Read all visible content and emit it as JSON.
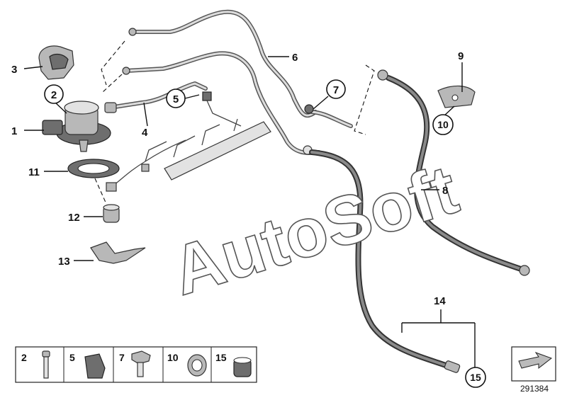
{
  "diagram": {
    "callouts": [
      "1",
      "2",
      "3",
      "4",
      "5",
      "6",
      "7",
      "8",
      "9",
      "10",
      "11",
      "12",
      "13",
      "14",
      "15"
    ],
    "watermark": "AutoSoft",
    "image_number": "291384",
    "legend_items": [
      "2",
      "5",
      "7",
      "10",
      "15"
    ]
  }
}
